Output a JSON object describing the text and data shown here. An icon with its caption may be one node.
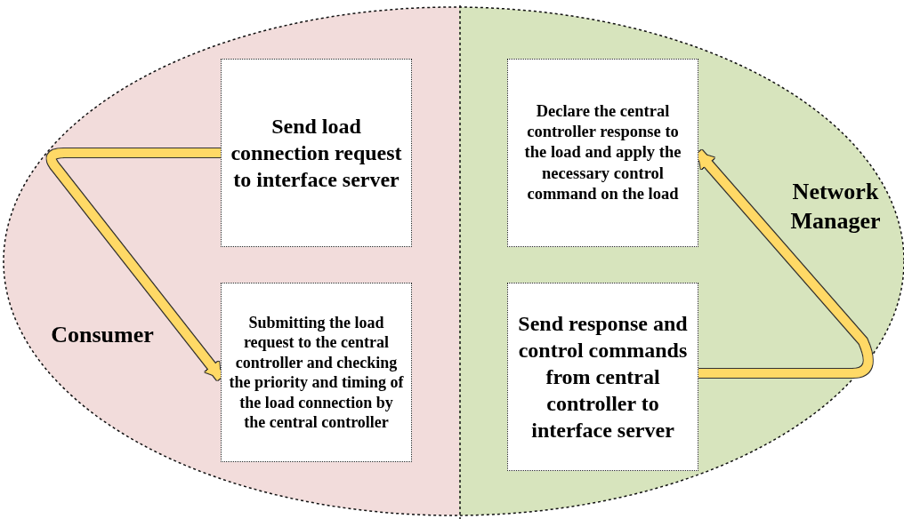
{
  "diagram": {
    "nodes": [
      {
        "text": [
          "Consumer"
        ]
      },
      {
        "text": [
          "Send load connection request to interface server"
        ],
        "in": 0
      },
      {
        "text": [
          "Submitting the load request to the central controller and checking the priority and timing of the load connection by the central controller"
        ],
        "in": 0
      },
      {
        "text": [
          "Network Manager"
        ]
      },
      {
        "text": [
          "Declare the central controller response to the load and apply the necessary control command on the load"
        ],
        "in": 3
      },
      {
        "text": [
          "Send response and control commands from central controller to interface server"
        ],
        "in": 3
      }
    ],
    "edges": [
      {
        "from": 1,
        "to": 2,
        "arrow": "to"
      },
      {
        "from": 2,
        "to": 5,
        "arrow": "to"
      },
      {
        "from": 5,
        "to": 4,
        "arrow": "to"
      },
      {
        "from": 4,
        "to": 1,
        "arrow": "to"
      }
    ]
  }
}
